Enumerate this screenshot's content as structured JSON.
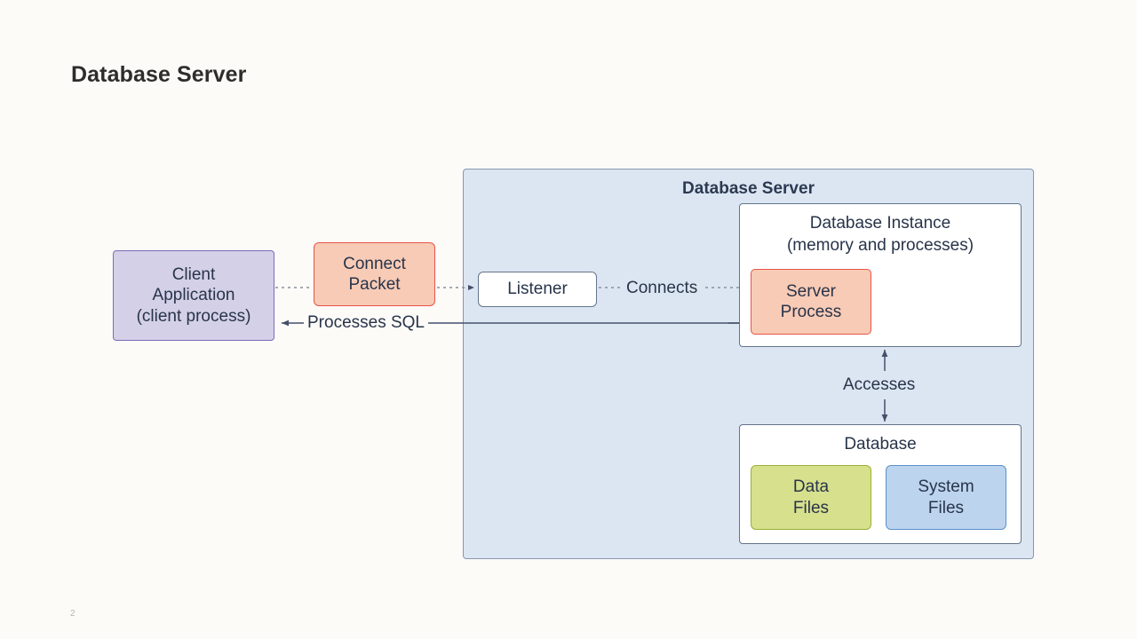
{
  "slide": {
    "title": "Database Server",
    "page_number": "2",
    "background_color": "#fdfbf8"
  },
  "diagram": {
    "container": {
      "label": "Database Server",
      "fill_color": "#dce6f2",
      "border_color": "#8497b0"
    },
    "nodes": {
      "client_application": {
        "label": "Client\nApplication\n(client process)",
        "fill_color": "#d4d0e8",
        "border_color": "#7a6cb8"
      },
      "connect_packet": {
        "label": "Connect\nPacket",
        "fill_color": "#f8cbb6",
        "border_color": "#e8544a"
      },
      "listener": {
        "label": "Listener",
        "fill_color": "#ffffff",
        "border_color": "#64748b"
      },
      "database_instance": {
        "label": "Database Instance\n(memory and processes)",
        "fill_color": "#ffffff",
        "border_color": "#64748b"
      },
      "server_process": {
        "label": "Server\nProcess",
        "fill_color": "#f8cbb6",
        "border_color": "#e8544a"
      },
      "database": {
        "label": "Database",
        "fill_color": "#ffffff",
        "border_color": "#64748b"
      },
      "data_files": {
        "label": "Data\nFiles",
        "fill_color": "#d7e08c",
        "border_color": "#9bb037"
      },
      "system_files": {
        "label": "System\nFiles",
        "fill_color": "#bcd4ee",
        "border_color": "#5b92cc"
      }
    },
    "edges": {
      "client_to_listener": {
        "label": "",
        "style": "dotted",
        "from": "client_application",
        "to": "listener"
      },
      "listener_to_server_process": {
        "label": "Connects",
        "style": "dotted",
        "from": "listener",
        "to": "server_process"
      },
      "server_process_to_client": {
        "label": "Processes SQL",
        "style": "solid",
        "from": "server_process",
        "to": "client_application"
      },
      "instance_to_database": {
        "label": "Accesses",
        "style": "solid-bidirectional",
        "from": "database_instance",
        "to": "database"
      }
    }
  }
}
